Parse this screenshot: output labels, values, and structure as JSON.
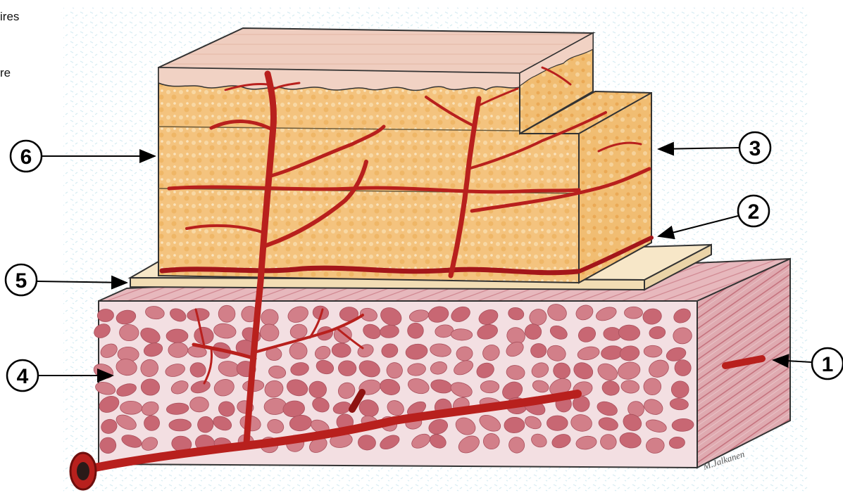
{
  "edge_text": [
    "ires",
    "re"
  ],
  "callouts": [
    {
      "id": "1",
      "label": "1"
    },
    {
      "id": "2",
      "label": "2"
    },
    {
      "id": "3",
      "label": "3"
    },
    {
      "id": "4",
      "label": "4"
    },
    {
      "id": "5",
      "label": "5"
    },
    {
      "id": "6",
      "label": "6"
    }
  ],
  "signature": "M.Jalkanen",
  "colors": {
    "muscle": "#d9a3a8",
    "muscle_fiber": "#c45c6a",
    "fat": "#f2c27a",
    "fat_light": "#f7dca8",
    "dermis_band": "#f6e4c4",
    "epidermis": "#eec9b8",
    "vessel": "#c0201d",
    "vessel_dark": "#8e1412",
    "background_speckle": "#dbeef3"
  }
}
